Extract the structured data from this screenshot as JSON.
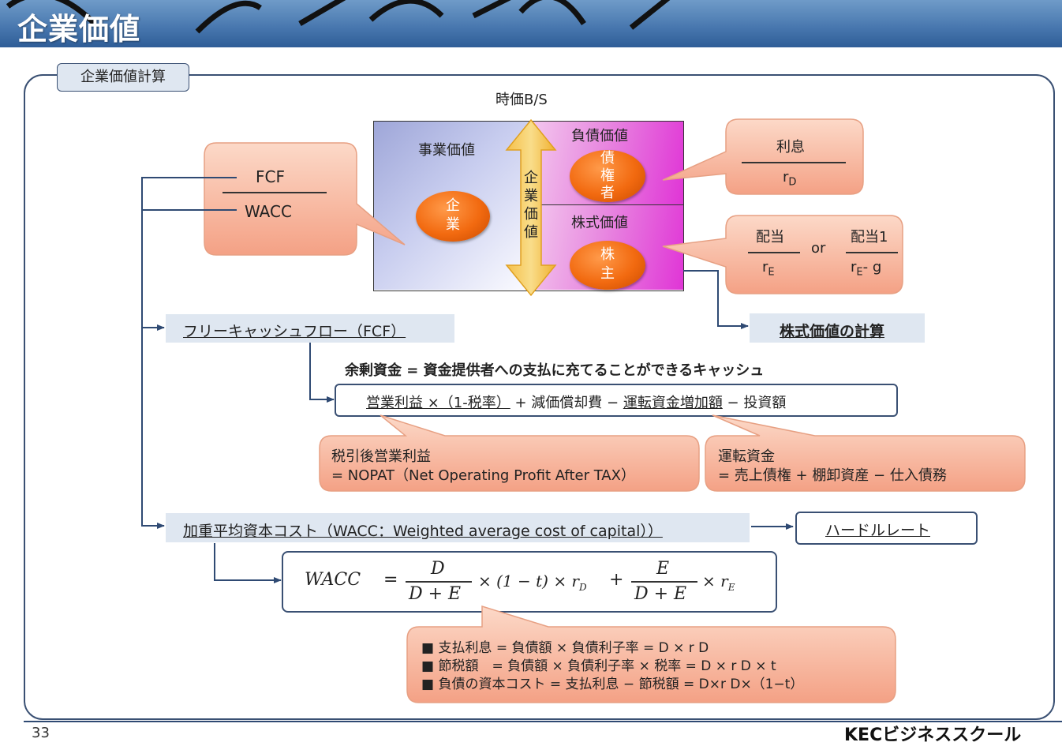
{
  "title": "企業価値",
  "frame_tab": "企業価値計算",
  "bs": {
    "caption": "時価B/S",
    "business_value": "事業価値",
    "company": [
      "企",
      "業"
    ],
    "enterprise_value": [
      "企",
      "業",
      "価",
      "値"
    ],
    "debt_value": "負債価値",
    "creditor": [
      "債",
      "権",
      "者"
    ],
    "equity_value": "株式価値",
    "shareholder": [
      "株",
      "主"
    ]
  },
  "left_callout": {
    "numerator": "FCF",
    "denominator": "WACC"
  },
  "interest_callout": {
    "numerator": "利息",
    "denominator": "r",
    "sub": "D"
  },
  "dividend_callout": {
    "num1": "配当",
    "den1": "r",
    "den1_sub": "E",
    "or": "or",
    "num2": "配当1",
    "den2": "r",
    "den2_sub": "E",
    "den2_rest": "- g"
  },
  "fcf_label": "フリーキャッシュフロー（FCF）",
  "equity_calc_label": "株式価値の計算",
  "surplus_text": "余剰資金 = 資金提供者への支払に充てることができるキャッシュ",
  "fcf_formula": {
    "part1": "営業利益 ×（1-税率）",
    "part2": " + 減価償却費 − ",
    "part3": "運転資金増加額",
    "part4": " − 投資額"
  },
  "nopat_callout": {
    "line1": "税引後営業利益",
    "line2": "= NOPAT（Net Operating Profit After TAX）"
  },
  "working_capital_callout": {
    "line1": "運転資金",
    "line2": "= 売上債権 + 棚卸資産 − 仕入債務"
  },
  "wacc_label": "加重平均資本コスト（WACC：Weighted average cost of capital））",
  "hurdle_label": "ハードルレート",
  "wacc_formula": {
    "lhs": "WACC",
    "eq": "=",
    "num1": "D",
    "den1": "D + E",
    "mid": "× (1 − t) × r",
    "sub1": "D",
    "plus": "+",
    "num2": "E",
    "den2": "D + E",
    "end": "× r",
    "sub2": "E"
  },
  "notes": [
    "■ 支払利息 = 負債額 × 負債利子率 = D × r D",
    "■ 節税額　= 負債額 × 負債利子率 × 税率 = D × r D × t",
    "■ 負債の資本コスト = 支払利息 − 節税額 = D×r D×（1−t）"
  ],
  "page_number": "33",
  "footer_brand": "KECビジネススクール"
}
